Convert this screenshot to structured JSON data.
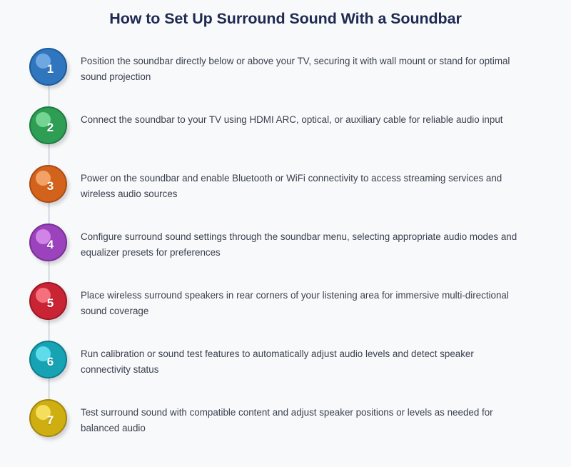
{
  "page": {
    "title": "How to Set Up Surround Sound With a Soundbar",
    "background_color": "#f8f9fa",
    "title_color": "#1f2a52",
    "text_color": "#3a4050",
    "connector_color": "#dfe2e6"
  },
  "steps": [
    {
      "number": "1",
      "text": "Position the soundbar directly below or above your TV, securing it with wall mount or stand for optimal sound projection",
      "color": "#2f76bf",
      "border_color": "#1d5a99",
      "highlight_color": "#6fa8e0"
    },
    {
      "number": "2",
      "text": "Connect the soundbar to your TV using HDMI ARC, optical, or auxiliary cable for reliable audio input",
      "color": "#2d9e54",
      "border_color": "#1f7a3f",
      "highlight_color": "#74d492"
    },
    {
      "number": "3",
      "text": "Power on the soundbar and enable Bluetooth or WiFi connectivity to access streaming services and wireless audio sources",
      "color": "#d3631c",
      "border_color": "#a84c12",
      "highlight_color": "#f2a267"
    },
    {
      "number": "4",
      "text": "Configure surround sound settings through the soundbar menu, selecting appropriate audio modes and equalizer presets for preferences",
      "color": "#9b43bd",
      "border_color": "#7a2f97",
      "highlight_color": "#cf84e6"
    },
    {
      "number": "5",
      "text": "Place wireless surround speakers in rear corners of your listening area for immersive multi-directional sound coverage",
      "color": "#c92433",
      "border_color": "#9c1825",
      "highlight_color": "#f4707c"
    },
    {
      "number": "6",
      "text": "Run calibration or sound test features to automatically adjust audio levels and detect speaker connectivity status",
      "color": "#17a3b3",
      "border_color": "#0e7d8a",
      "highlight_color": "#5fdcea"
    },
    {
      "number": "7",
      "text": "Test surround sound with compatible content and adjust speaker positions or levels as needed for balanced audio",
      "color": "#cfae12",
      "border_color": "#a3870a",
      "highlight_color": "#f5de5c"
    }
  ]
}
